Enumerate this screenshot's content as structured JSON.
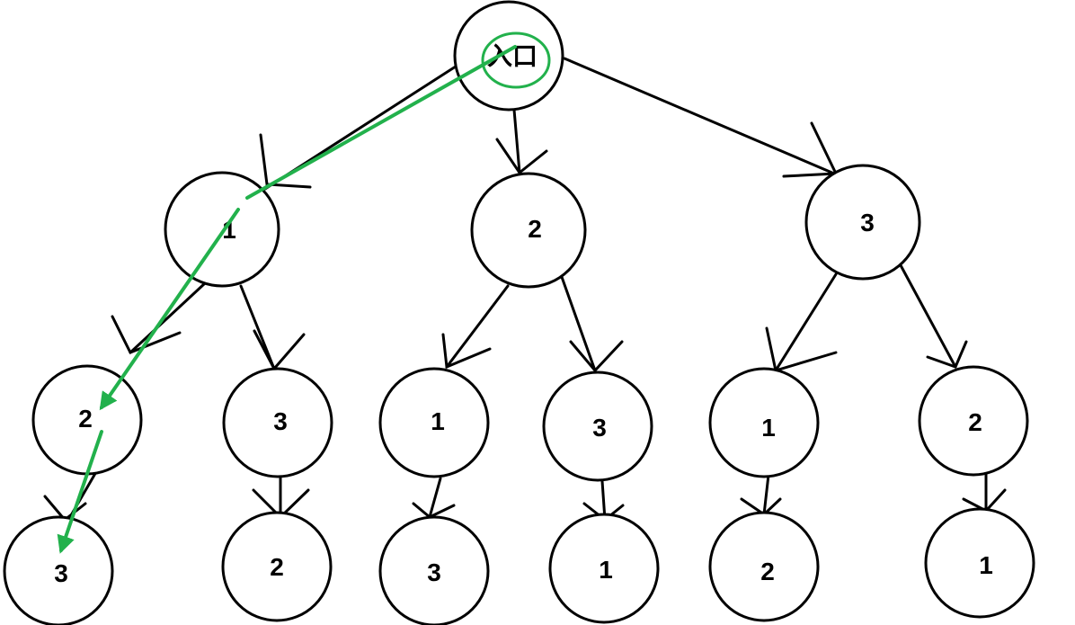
{
  "tree": {
    "root": {
      "label": "入口"
    },
    "level1": [
      {
        "label": "1"
      },
      {
        "label": "2"
      },
      {
        "label": "3"
      }
    ],
    "level2": [
      {
        "label": "2"
      },
      {
        "label": "3"
      },
      {
        "label": "1"
      },
      {
        "label": "3"
      },
      {
        "label": "1"
      },
      {
        "label": "2"
      }
    ],
    "level3": [
      {
        "label": "3"
      },
      {
        "label": "2"
      },
      {
        "label": "3"
      },
      {
        "label": "1"
      },
      {
        "label": "2"
      },
      {
        "label": "1"
      }
    ]
  },
  "colors": {
    "edge": "#000000",
    "highlight_path": "#22b14c"
  }
}
